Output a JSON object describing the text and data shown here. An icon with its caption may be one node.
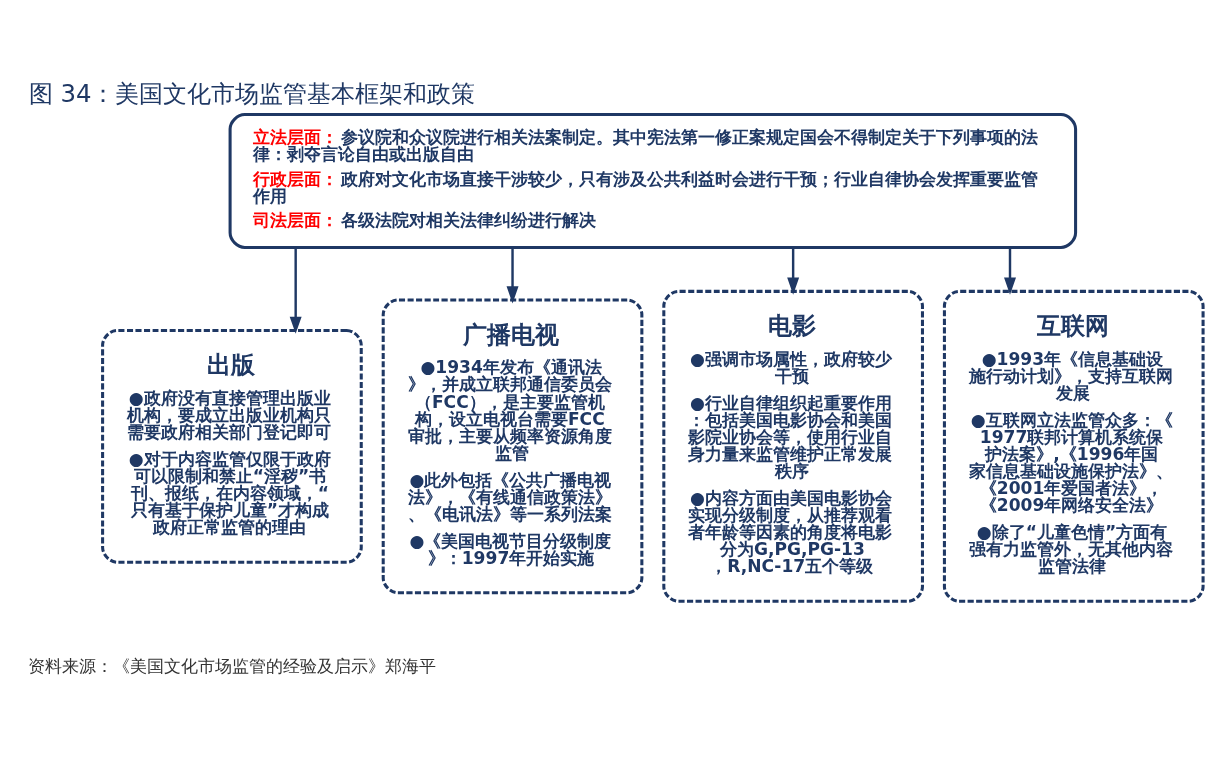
{
  "diagram": {
    "title": "图 34：美国文化市场监管基本框架和政策",
    "caption": "资料来源：《美国文化市场监管的经验及启示》郑海平",
    "nodes": [
      {
        "text": [
          "立法层面：参议院和众议院进行相关法案制定。其中宪法第一修正案规定国会不得制定关于下列事项的法律：剥夺言论自由或出版自由",
          "行政层面：政府对文化市场直接干涉较少，只有涉及公共利益时会进行干预；行业自律协会发挥重要监管作用",
          "司法层面：各级法院对相关法律纠纷进行解决"
        ]
      },
      {
        "text": [
          "出版",
          "●政府没有直接管理出版业机构，要成立出版业机构只需要政府相关部门登记即可",
          "●对于内容监管仅限于政府可以限制和禁止“淫秽”书刊、报纸，在内容领域，“只有基于保护儿童”才构成政府正常监管的理由"
        ]
      },
      {
        "text": [
          "广播电视",
          "●1934年发布《通讯法》，并成立联邦通信委员会（FCC），是主要监管机构，设立电视台需要FCC审批，主要从频率资源角度监管",
          "●此外包括《公共广播电视法》，《有线通信政策法》、《电讯法》等一系列法案",
          "●《美国电视节目分级制度》：1997年开始实施"
        ]
      },
      {
        "text": [
          "电影",
          "●强调市场属性，政府较少干预",
          "●行业自律组织起重要作用：包括美国电影协会和美国影院业协会等，使用行业自身力量来监管维护正常发展秩序",
          "●内容方面由美国电影协会实现分级制度，从推荐观看者年龄等因素的角度将电影分为G,PG,PG-13，R,NC-17五个等级"
        ]
      },
      {
        "text": [
          "互联网",
          "●1993年《信息基础设施行动计划》，支持互联网发展",
          "●互联网立法监管众多：《1977联邦计算机系统保护法案》,《1996年国家信息基础设施保护法》、《2001年爱国者法》，《2009年网络安全法》",
          "●除了“儿童色情”方面有强有力监管外，无其他内容监管法律"
        ]
      }
    ],
    "edges": [
      {
        "from": 0,
        "to": 1,
        "arrow": "to"
      },
      {
        "from": 0,
        "to": 2,
        "arrow": "to"
      },
      {
        "from": 0,
        "to": 3,
        "arrow": "to"
      },
      {
        "from": 0,
        "to": 4,
        "arrow": "to"
      }
    ]
  }
}
